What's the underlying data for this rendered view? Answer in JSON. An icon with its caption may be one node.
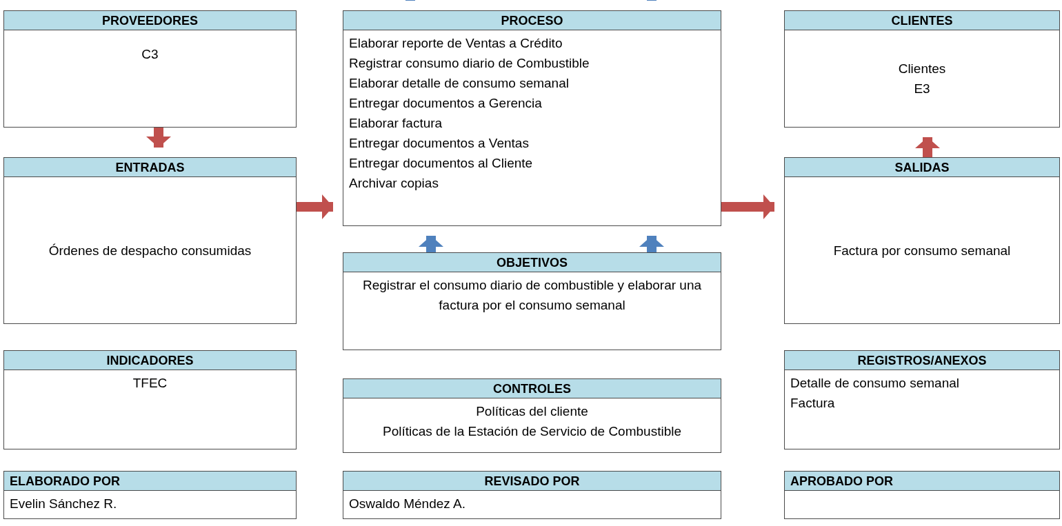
{
  "diagram": {
    "nodes": [
      {
        "text": [
          "PROVEEDORES",
          "C3"
        ]
      },
      {
        "text": [
          "PROCESO",
          "Elaborar reporte de Ventas a Crédito",
          "Registrar consumo diario de Combustible",
          "Elaborar detalle de consumo semanal",
          "Entregar documentos a Gerencia",
          "Elaborar factura",
          "Entregar documentos a Ventas",
          "Entregar documentos al Cliente",
          "Archivar copias"
        ]
      },
      {
        "text": [
          "CLIENTES",
          "Clientes",
          "E3"
        ]
      },
      {
        "text": [
          "ENTRADAS",
          "Órdenes de despacho consumidas"
        ]
      },
      {
        "text": [
          "SALIDAS",
          "Factura por consumo semanal"
        ]
      },
      {
        "text": [
          "OBJETIVOS",
          "Registrar el consumo diario de combustible y elaborar una factura por el consumo semanal"
        ]
      },
      {
        "text": [
          "INDICADORES",
          "TFEC"
        ]
      },
      {
        "text": [
          "CONTROLES",
          "Políticas del cliente",
          "Políticas de la Estación de Servicio de Combustible"
        ]
      },
      {
        "text": [
          "REGISTROS/ANEXOS",
          "Detalle de consumo semanal",
          "Factura"
        ]
      },
      {
        "text": [
          "ELABORADO POR",
          "Evelin Sánchez R."
        ]
      },
      {
        "text": [
          "REVISADO POR",
          "Oswaldo Méndez A."
        ]
      },
      {
        "text": [
          "APROBADO POR"
        ]
      }
    ],
    "edges": [
      {
        "from": 0,
        "to": 3,
        "arrow": "to",
        "color": "#c0504d"
      },
      {
        "from": 3,
        "to": 1,
        "arrow": "to",
        "color": "#c0504d"
      },
      {
        "from": 1,
        "to": 4,
        "arrow": "to",
        "color": "#c0504d"
      },
      {
        "from": 4,
        "to": 2,
        "arrow": "to",
        "color": "#c0504d"
      },
      {
        "from": 5,
        "to": 1,
        "arrow": "to",
        "color": "#4f81bd"
      },
      {
        "from": 5,
        "to": 1,
        "arrow": "to",
        "color": "#4f81bd"
      },
      {
        "from": null,
        "to": 1,
        "arrow": "to",
        "color": "#4f81bd"
      },
      {
        "from": null,
        "to": 1,
        "arrow": "to",
        "color": "#4f81bd"
      }
    ]
  }
}
